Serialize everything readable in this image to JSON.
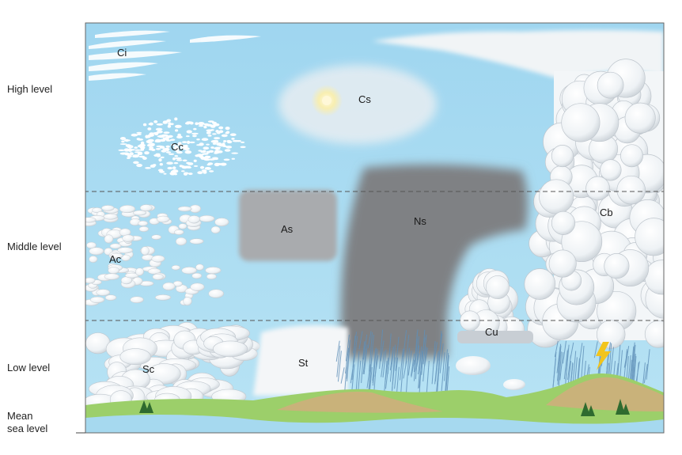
{
  "levels": {
    "high": "High level",
    "middle": "Middle level",
    "low": "Low level",
    "sea_line1": "Mean",
    "sea_line2": "sea level"
  },
  "clouds": {
    "ci": "Ci",
    "cs": "Cs",
    "cc": "Cc",
    "as": "As",
    "ns": "Ns",
    "cb": "Cb",
    "ac": "Ac",
    "cu": "Cu",
    "sc": "Sc",
    "st": "St"
  },
  "colors": {
    "sky": "#a9dcf2",
    "sky_top": "#9fd6f0",
    "ground_green": "#9ccf6a",
    "hills": "#c9b27a",
    "water": "#a6d9ef",
    "nimbostratus": "#7f8184",
    "altostratus": "#a9abae",
    "cloud_white": "#f7f9fb",
    "rain": "#5f8fb8",
    "lightning": "#f2c41c"
  }
}
